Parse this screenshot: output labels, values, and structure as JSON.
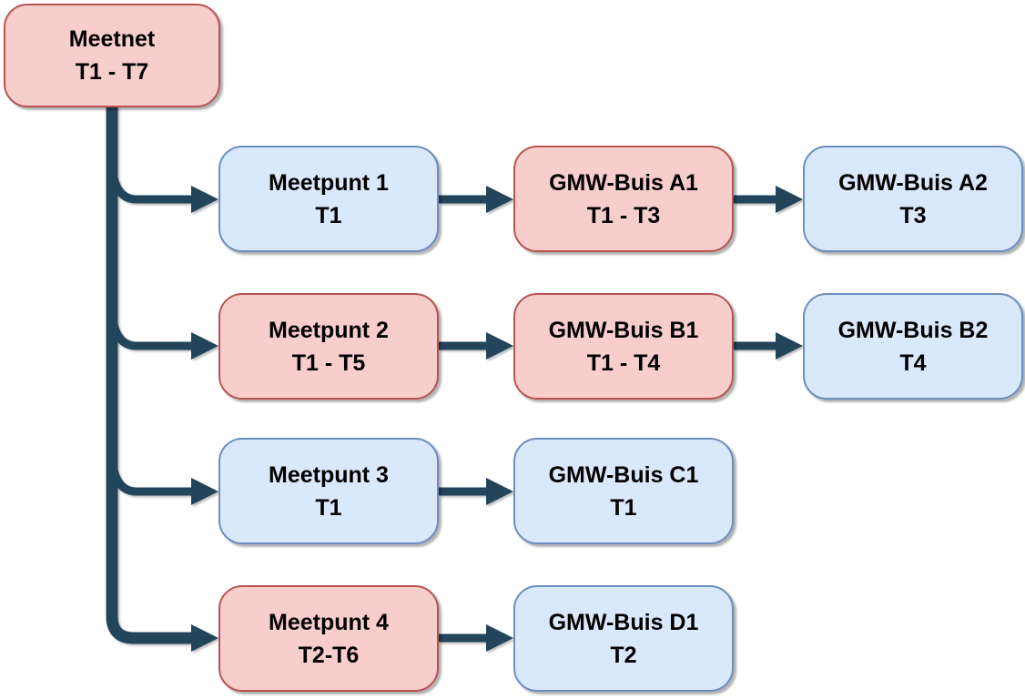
{
  "diagram": {
    "colors": {
      "red_fill": "#f8cecc",
      "red_border": "#b85450",
      "blue_fill": "#dae8fc",
      "blue_border": "#6c8ebf",
      "connector": "#23455c",
      "text": "#000000"
    },
    "root": {
      "title": "Meetnet",
      "subtitle": "T1 - T7",
      "color": "red"
    },
    "rows": [
      {
        "nodes": [
          {
            "title": "Meetpunt 1",
            "subtitle": "T1",
            "color": "blue"
          },
          {
            "title": "GMW-Buis A1",
            "subtitle": "T1 - T3",
            "color": "red"
          },
          {
            "title": "GMW-Buis A2",
            "subtitle": "T3",
            "color": "blue"
          }
        ]
      },
      {
        "nodes": [
          {
            "title": "Meetpunt 2",
            "subtitle": "T1 - T5",
            "color": "red"
          },
          {
            "title": "GMW-Buis B1",
            "subtitle": "T1 - T4",
            "color": "red"
          },
          {
            "title": "GMW-Buis B2",
            "subtitle": "T4",
            "color": "blue"
          }
        ]
      },
      {
        "nodes": [
          {
            "title": "Meetpunt 3",
            "subtitle": "T1",
            "color": "blue"
          },
          {
            "title": "GMW-Buis C1",
            "subtitle": "T1",
            "color": "blue"
          }
        ]
      },
      {
        "nodes": [
          {
            "title": "Meetpunt 4",
            "subtitle": "T2-T6",
            "color": "red"
          },
          {
            "title": "GMW-Buis D1",
            "subtitle": "T2",
            "color": "blue"
          }
        ]
      }
    ]
  }
}
